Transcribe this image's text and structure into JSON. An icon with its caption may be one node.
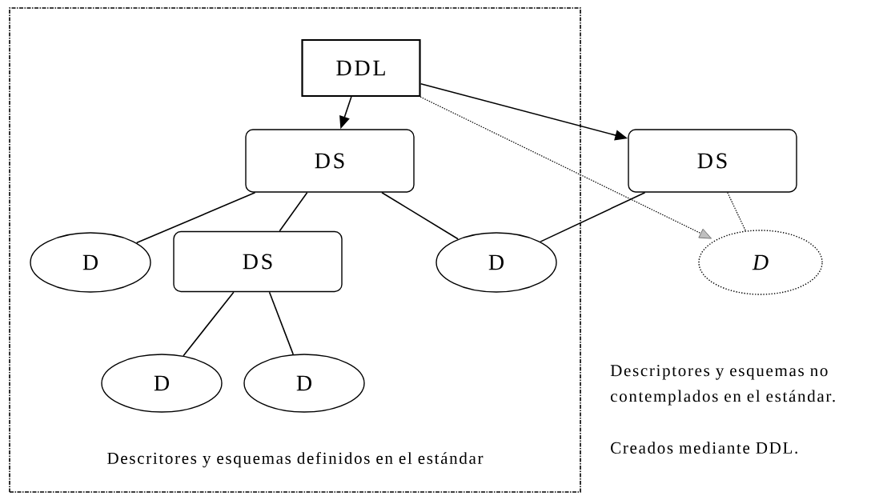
{
  "diagram": {
    "nodes": [
      {
        "text": [
          "Descritores y esquemas definidos en el estándar"
        ]
      },
      {
        "text": [
          "DDL"
        ],
        "in": 0
      },
      {
        "text": [
          "DS"
        ],
        "in": 0
      },
      {
        "text": [
          "DS"
        ]
      },
      {
        "text": [
          "D"
        ],
        "in": 0
      },
      {
        "text": [
          "DS"
        ],
        "in": 0
      },
      {
        "text": [
          "D"
        ],
        "in": 0
      },
      {
        "text": [
          "D"
        ]
      },
      {
        "text": [
          "D"
        ],
        "in": 0
      },
      {
        "text": [
          "D"
        ],
        "in": 0
      }
    ],
    "edges": [
      {
        "from": 1,
        "to": 2,
        "arrow": "to"
      },
      {
        "from": 1,
        "to": 3,
        "arrow": "to"
      },
      {
        "from": 1,
        "to": 7,
        "arrow": "to",
        "style": "dashed"
      },
      {
        "from": 2,
        "to": 4,
        "arrow": "none"
      },
      {
        "from": 2,
        "to": 5,
        "arrow": "none"
      },
      {
        "from": 2,
        "to": 6,
        "arrow": "none"
      },
      {
        "from": 3,
        "to": 6,
        "arrow": "none"
      },
      {
        "from": 3,
        "to": 7,
        "arrow": "none",
        "style": "dashed"
      },
      {
        "from": 5,
        "to": 8,
        "arrow": "none"
      },
      {
        "from": 5,
        "to": 9,
        "arrow": "none"
      }
    ],
    "labels": [
      "Descriptores y esquemas no contemplados en el estándar.",
      "Creados mediante DDL."
    ]
  }
}
